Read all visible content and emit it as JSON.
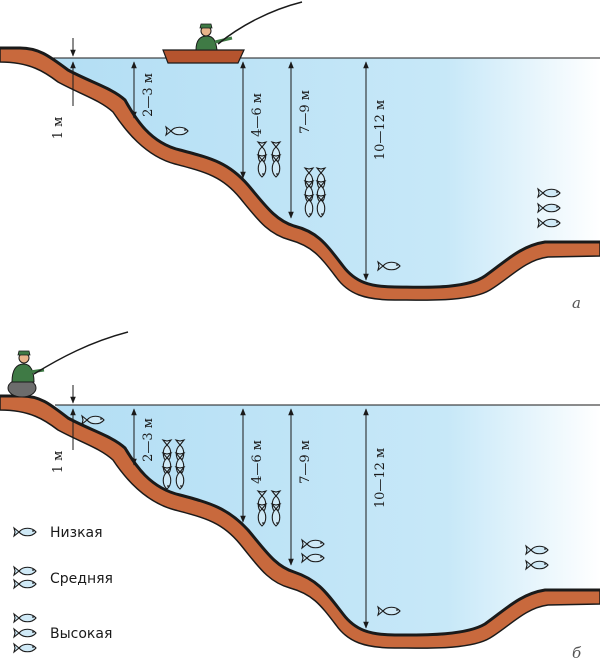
{
  "colors": {
    "water_deep": "#b3def4",
    "water_light": "#ffffff",
    "soil": "#c8693d",
    "soil_edge": "#1a1a1a",
    "fish_body": "#cfe9f6",
    "fish_stroke": "#1a1a1a",
    "fisher_shirt": "#3f7a45",
    "boat": "#b5542e"
  },
  "panels": [
    {
      "letter": "а",
      "scene": "boat",
      "depth_labels": {
        "d1": "1 м",
        "d2": "2—3 м",
        "d3": "4—6 м",
        "d4": "7—9 м",
        "d5": "10—12 м"
      }
    },
    {
      "letter": "б",
      "scene": "shore",
      "depth_labels": {
        "d1": "1 м",
        "d2": "2—3 м",
        "d3": "4—6 м",
        "d4": "7—9 м",
        "d5": "10—12 м"
      }
    }
  ],
  "legend": [
    {
      "label": "Низкая",
      "fish_count": 1
    },
    {
      "label": "Средняя",
      "fish_count": 2
    },
    {
      "label": "Высокая",
      "fish_count": 3
    }
  ]
}
